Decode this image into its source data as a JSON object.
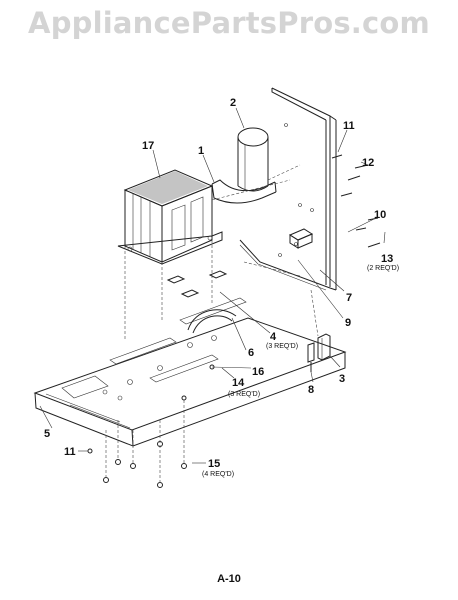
{
  "watermark": "AppliancePartsPros.com",
  "page_ref": "A-10",
  "callouts": {
    "p1": "1",
    "p2": "2",
    "p3": "3",
    "p4": "4",
    "p5": "5",
    "p6": "6",
    "p7": "7",
    "p8": "8",
    "p9": "9",
    "p10": "10",
    "p11a": "11",
    "p11b": "11",
    "p12": "12",
    "p13": "13",
    "p14": "14",
    "p15": "15",
    "p16": "16",
    "p17": "17"
  },
  "notes": {
    "n4": "(3 REQ'D)",
    "n13": "(2 REQ'D)",
    "n14": "(3 REQ'D)",
    "n15": "(4 REQ'D)"
  }
}
